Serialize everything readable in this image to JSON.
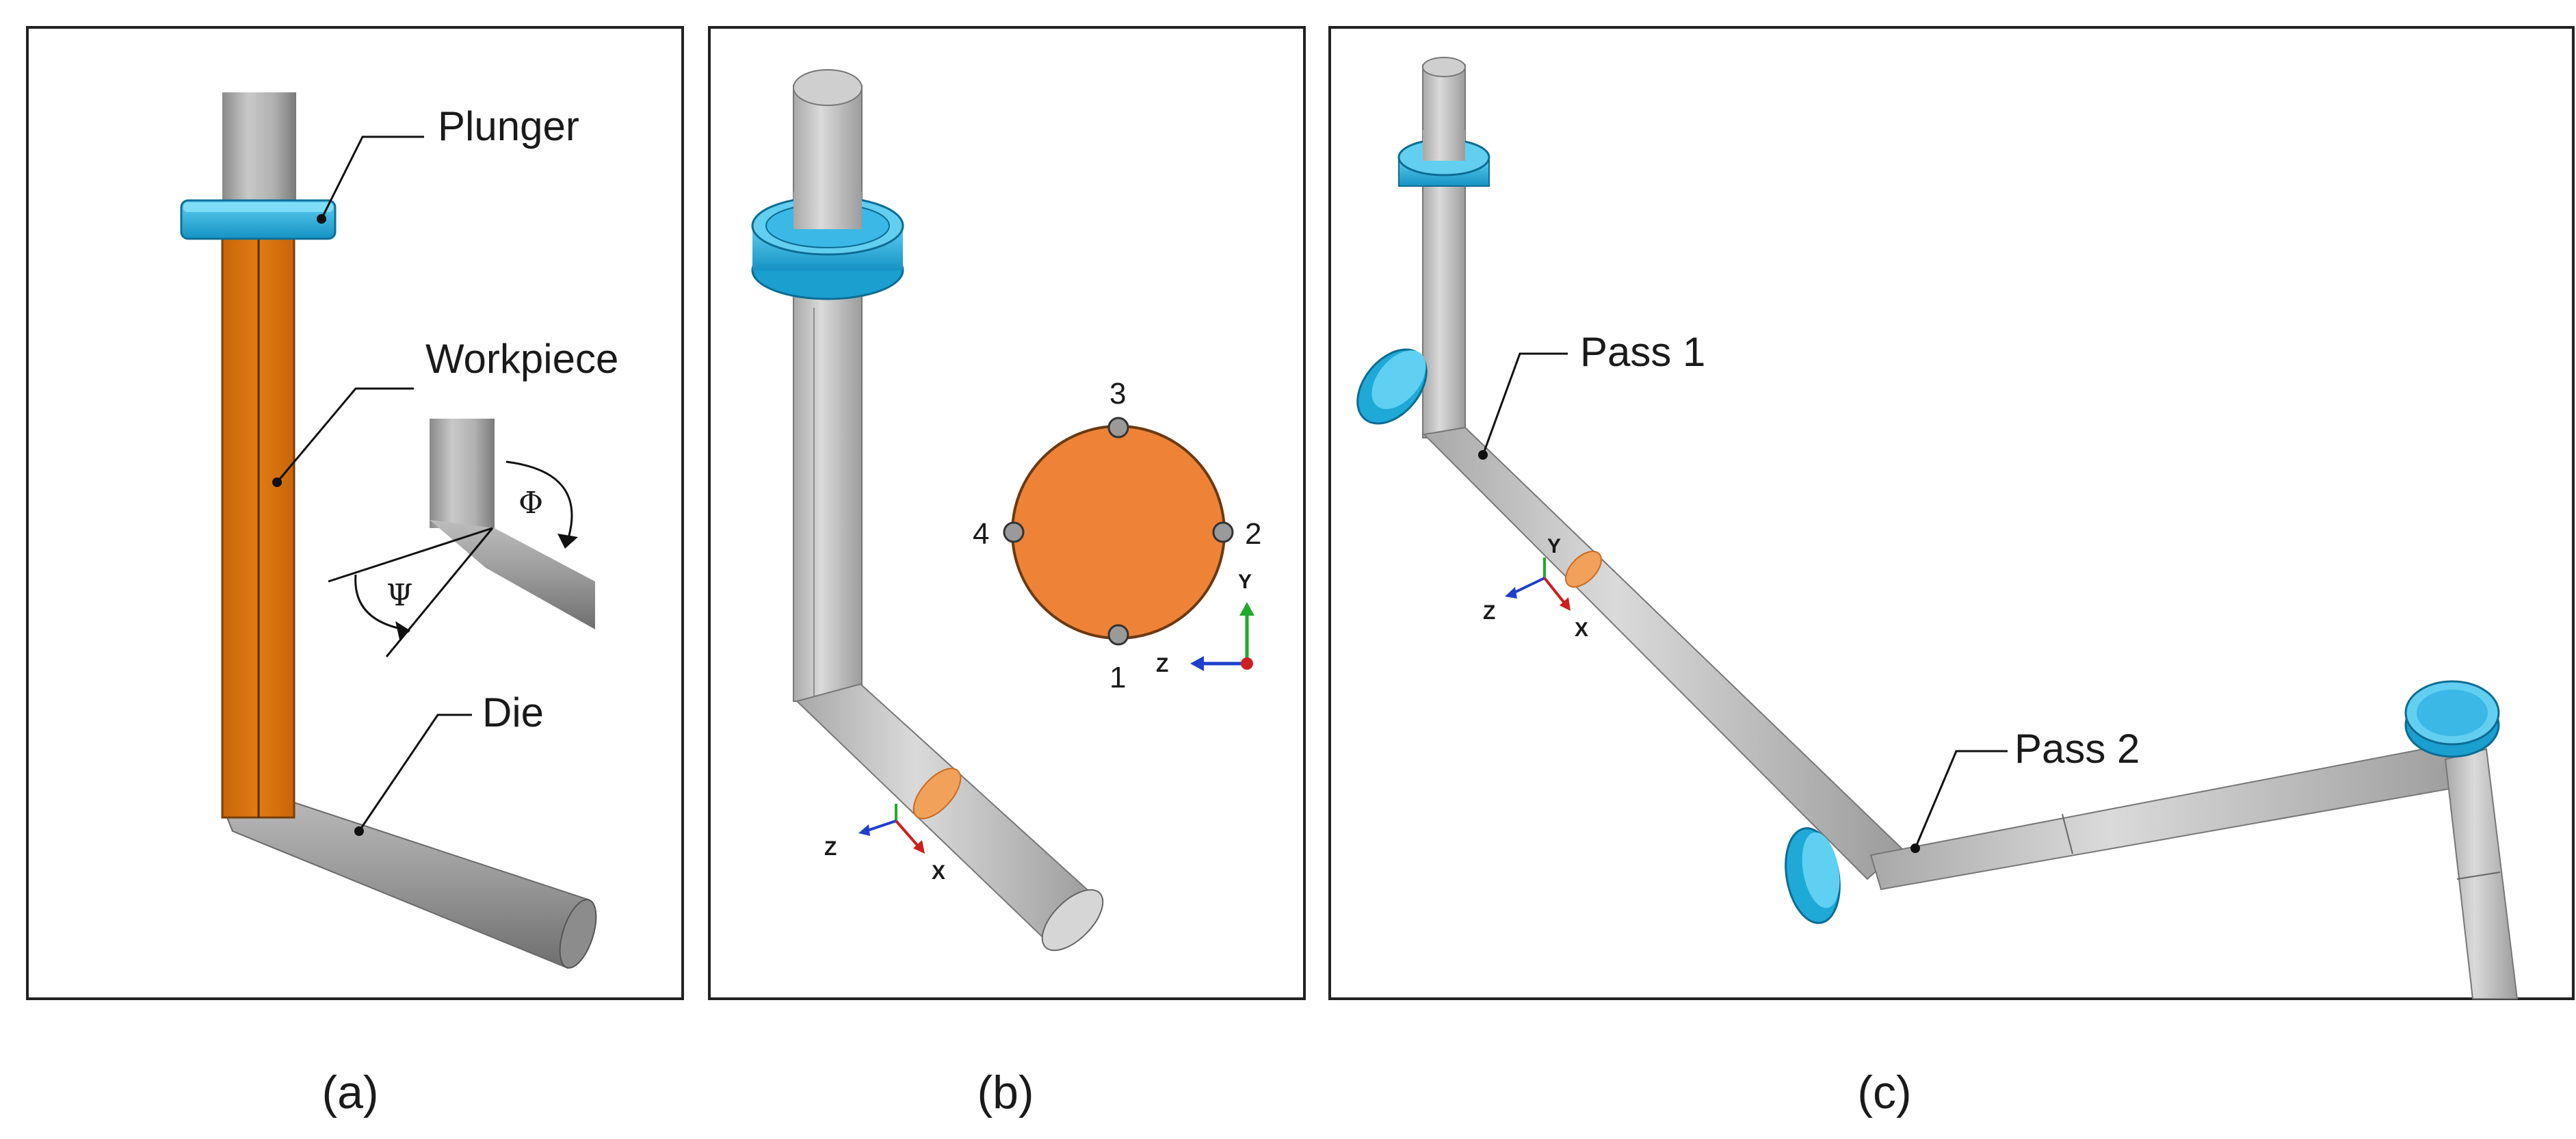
{
  "panels": [
    {
      "id": "a",
      "caption": "(a)"
    },
    {
      "id": "b",
      "caption": "(b)"
    },
    {
      "id": "c",
      "caption": "(c)"
    }
  ],
  "panel_a": {
    "labels": {
      "plunger": "Plunger",
      "workpiece": "Workpiece",
      "die": "Die"
    },
    "angles": {
      "phi": "Φ",
      "psi": "Ψ"
    }
  },
  "panel_b": {
    "points": [
      "1",
      "2",
      "3",
      "4"
    ],
    "axes": {
      "y": "Y",
      "z": "Z",
      "x": "X"
    }
  },
  "panel_c": {
    "labels": {
      "pass1": "Pass 1",
      "pass2": "Pass 2"
    },
    "axes": {
      "y": "Y",
      "z": "Z",
      "x": "X"
    }
  },
  "colors": {
    "workpiece_orange": "#d9720c",
    "section_orange": "#ee8236",
    "plunger_blue": "#1fa9d6",
    "die_gray": "#9e9e9e",
    "axis_x_red": "#cc1f1f",
    "axis_y_green": "#1faa2b",
    "axis_z_blue": "#1f3fcc"
  }
}
